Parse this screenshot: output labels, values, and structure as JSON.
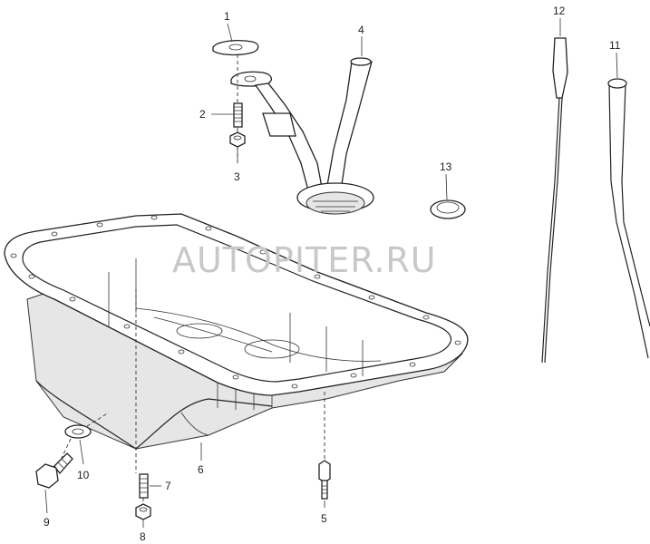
{
  "watermark": "AUTOPITER.RU",
  "callouts": [
    "1",
    "2",
    "3",
    "4",
    "5",
    "6",
    "7",
    "8",
    "9",
    "10",
    "11",
    "12",
    "13"
  ],
  "parts": [
    "gasket",
    "stud",
    "nut",
    "oil-strainer",
    "bolt",
    "oil-pan",
    "stud",
    "nut",
    "drain-plug",
    "drain-washer",
    "dipstick-tube",
    "dipstick",
    "o-ring"
  ]
}
